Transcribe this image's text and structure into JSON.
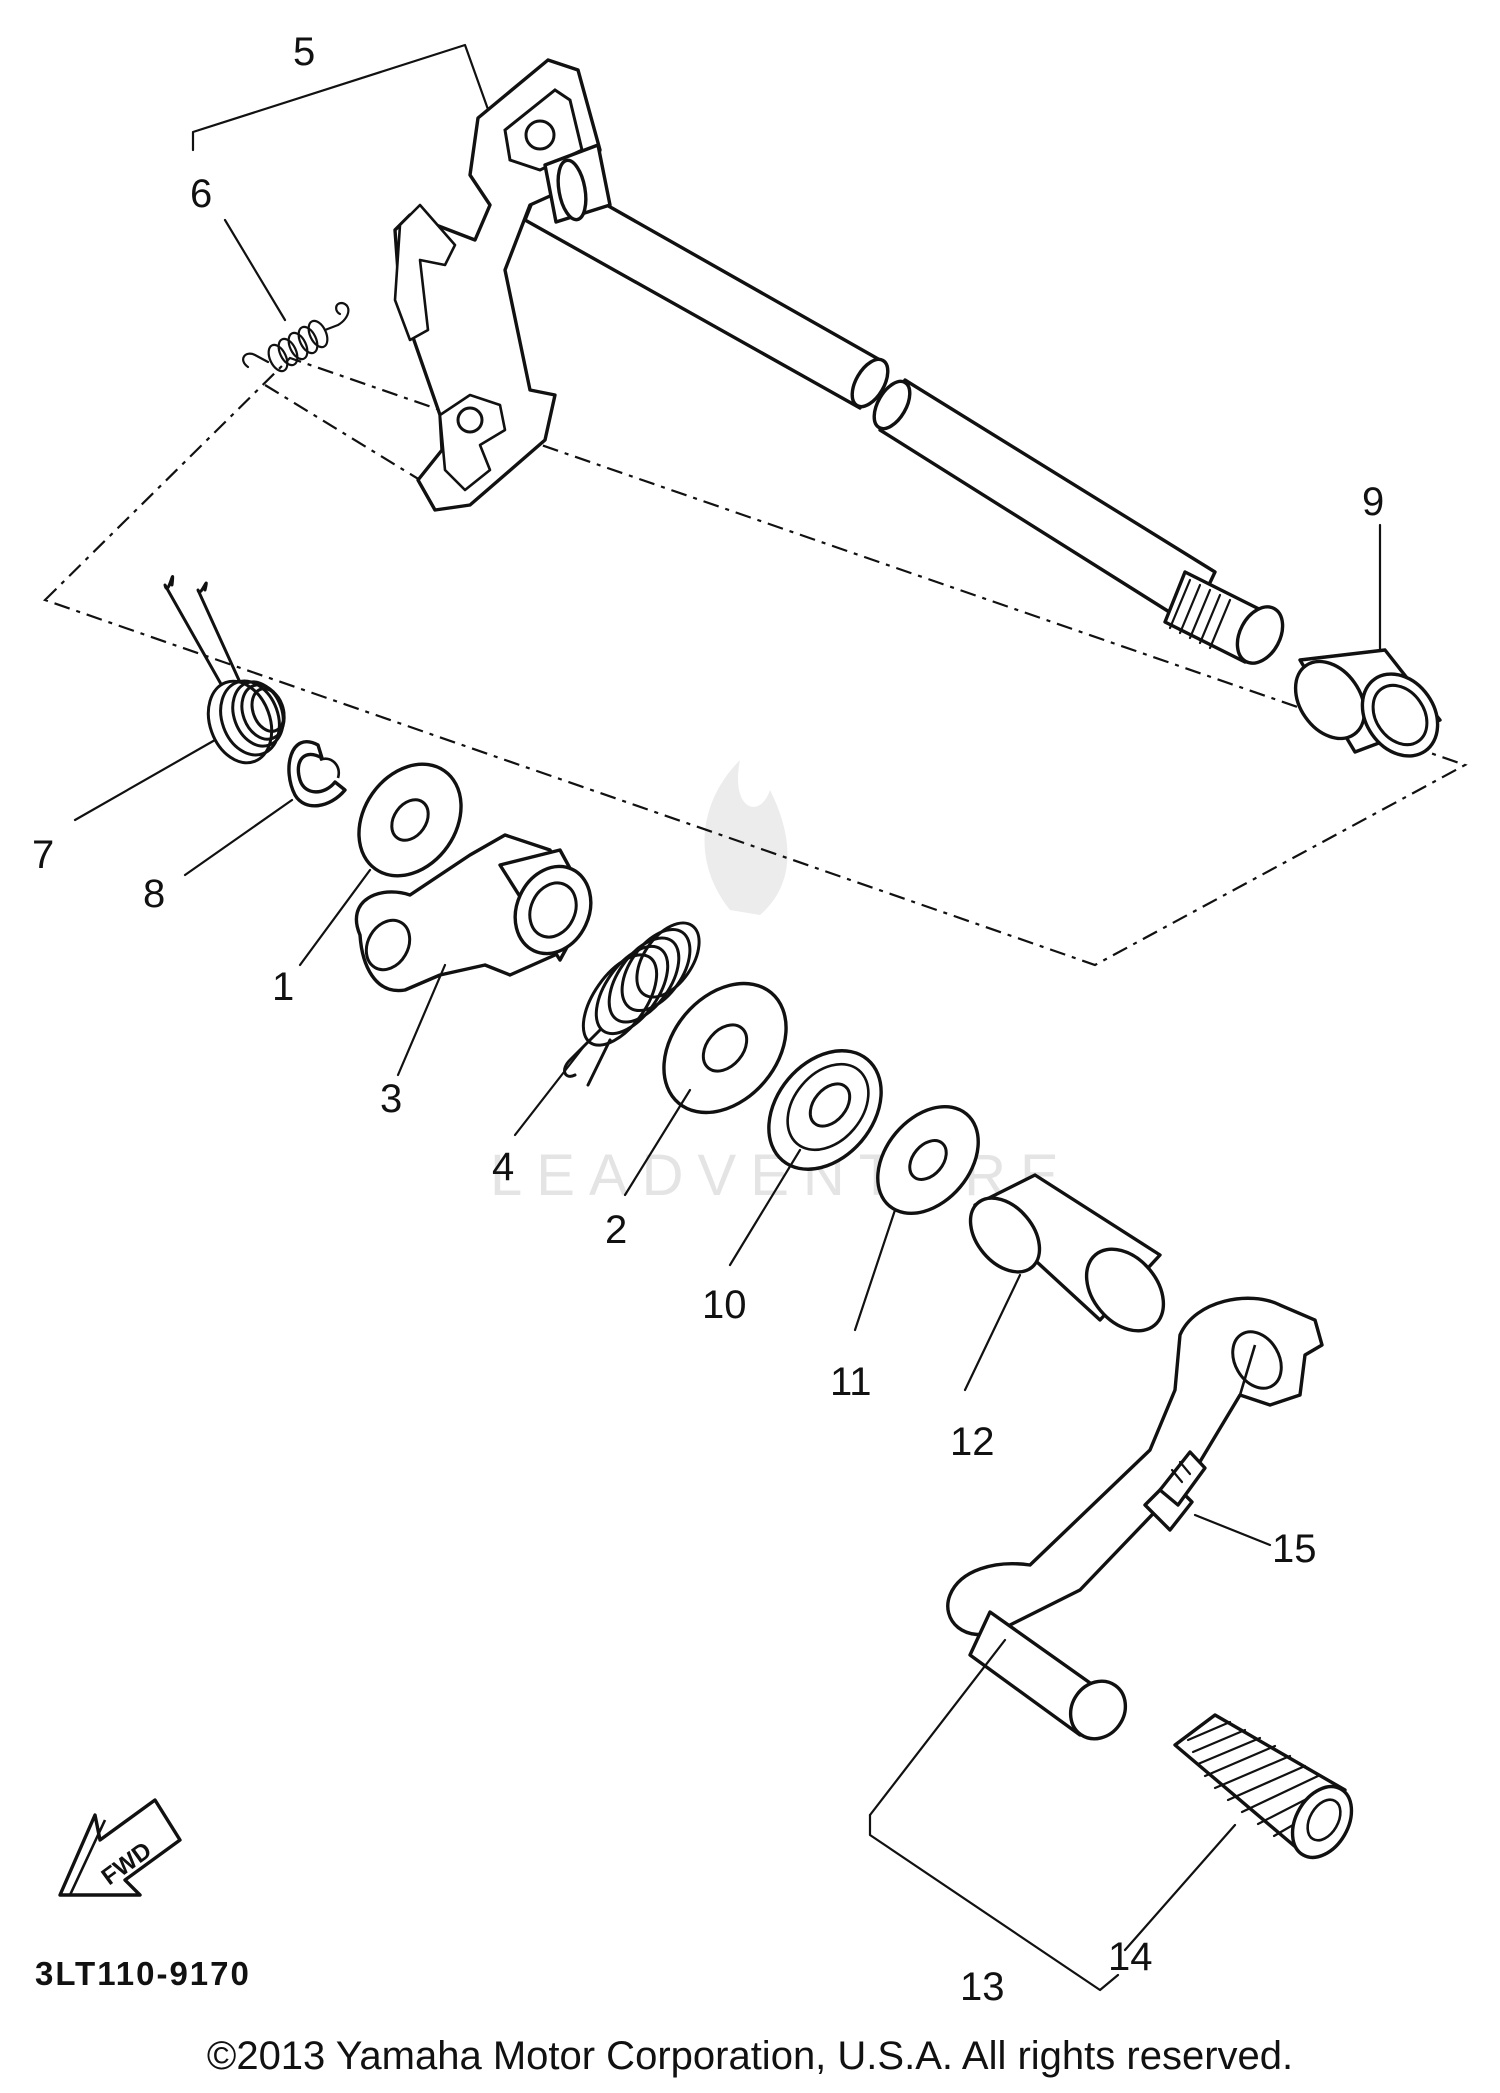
{
  "diagram": {
    "code": "3LT110-9170",
    "fwd_label": "FWD",
    "watermark": "LEADVENTURE",
    "callouts": [
      "1",
      "2",
      "3",
      "4",
      "5",
      "6",
      "7",
      "8",
      "9",
      "10",
      "11",
      "12",
      "13",
      "14",
      "15"
    ]
  },
  "footer": {
    "copyright": "©2013 Yamaha Motor Corporation, U.S.A. All rights reserved."
  }
}
